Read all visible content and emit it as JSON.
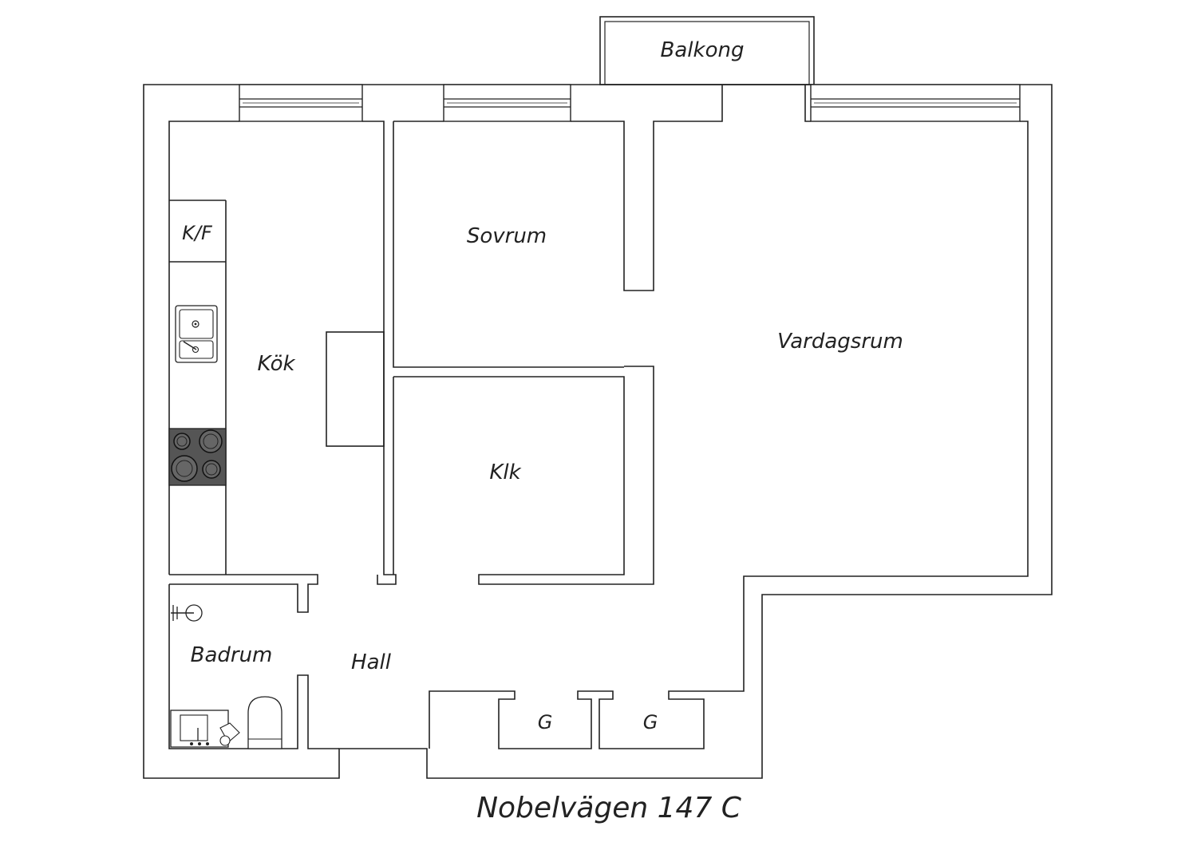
{
  "plan": {
    "address": "Nobelvägen 147 C",
    "rooms": {
      "balcony": "Balkong",
      "bedroom": "Sovrum",
      "kitchen": "Kök",
      "fridge_freezer": "K/F",
      "living_room": "Vardagsrum",
      "walk_in_closet": "Klk",
      "bathroom": "Badrum",
      "hall": "Hall",
      "wardrobe_1": "G",
      "wardrobe_2": "G"
    }
  }
}
